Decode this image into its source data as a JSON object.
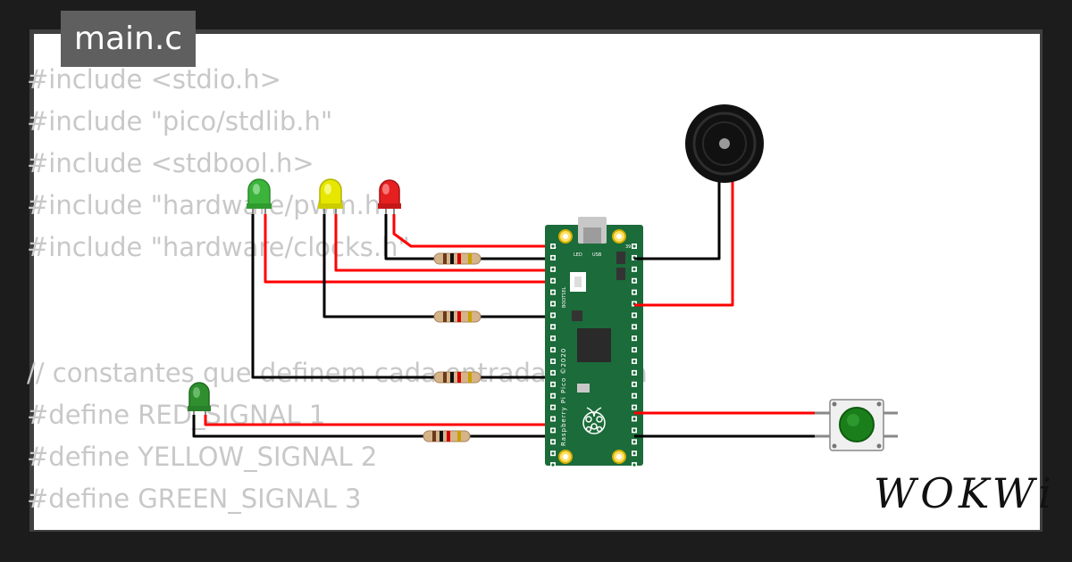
{
  "editor": {
    "filename": "main.c",
    "code_lines": [
      "#include <stdio.h>",
      "#include \"pico/stdlib.h\"",
      "#include <stdbool.h>",
      "#include \"hardware/pwm.h\"",
      "#include \"hardware/clocks.h\"",
      "",
      "",
      "// constantes que definem cada entrada e saída",
      "#define RED_SIGNAL 1",
      "#define YELLOW_SIGNAL 2",
      "#define GREEN_SIGNAL 3"
    ]
  },
  "board": {
    "name": "Raspberry Pi Pico ©2020",
    "labels": {
      "led": "LED",
      "usb": "USB",
      "bootsel": "BOOTSEL",
      "pin_left_top": "1",
      "pin_right_top": "39"
    }
  },
  "components": {
    "leds": [
      {
        "name": "green-led-1",
        "color": "#3cb43c"
      },
      {
        "name": "yellow-led",
        "color": "#e6e600"
      },
      {
        "name": "red-led",
        "color": "#e62020"
      },
      {
        "name": "green-led-2",
        "color": "#2f8f2f"
      }
    ],
    "buzzer": {
      "color": "#111111"
    },
    "button": {
      "color": "#1a7f1a"
    }
  },
  "colors": {
    "wire_red": "#ff0000",
    "wire_black": "#000000",
    "board_green": "#1c6b3a"
  },
  "brand": {
    "logo_text": "WOKWi"
  }
}
